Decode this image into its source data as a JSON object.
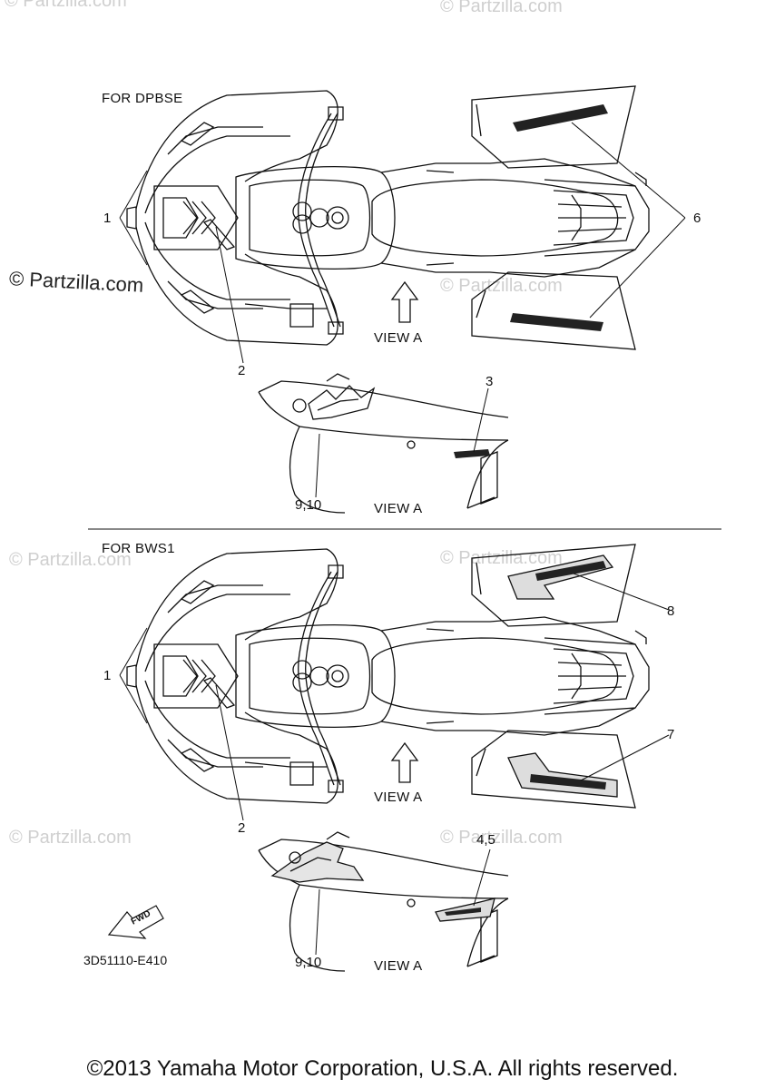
{
  "watermarks": {
    "brand": "© Partzilla.com",
    "dark_brand": "© Partzilla.com"
  },
  "top_section": {
    "variant": "FOR DPBSE",
    "view_label_main": "VIEW A",
    "view_label_detail": "VIEW A",
    "callouts": [
      "1",
      "2",
      "3",
      "6",
      "9,10"
    ]
  },
  "bottom_section": {
    "variant": "FOR BWS1",
    "view_label_main": "VIEW A",
    "view_label_detail": "VIEW A",
    "callouts": [
      "1",
      "2",
      "4,5",
      "7",
      "8",
      "9,10"
    ]
  },
  "fwd_label": "FWD",
  "part_code": "3D51110-E410",
  "copyright": "©2013 Yamaha Motor Corporation, U.S.A. All rights reserved."
}
